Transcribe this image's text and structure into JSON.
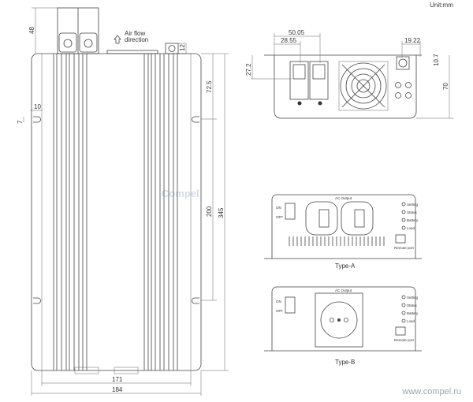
{
  "unit_label": "Unit:mm",
  "watermark": "www.compel.ru",
  "logo_watermark": "Compel",
  "top_view": {
    "air_flow_line1": "Air flow",
    "air_flow_line2": "direction",
    "dims": {
      "terminal_height": "48",
      "port_size": "12",
      "hole_offset": "10",
      "hole_size": "7",
      "mount_offset": "72.5",
      "mount_spacing": "200",
      "length": "345",
      "inner_width": "171",
      "width": "184"
    }
  },
  "dc_view": {
    "dims": {
      "breaker_outer": "50.05",
      "breaker_inner": "28.55",
      "breaker_height": "27.2",
      "port_offset": "19.22",
      "port_height": "10.7",
      "height": "70"
    }
  },
  "type_a": {
    "caption": "Type-A",
    "ac_output": "AC Output",
    "on": "ON",
    "off": "OFF",
    "leds": [
      "Setting",
      "Status",
      "Battery",
      "Load"
    ],
    "remote": "Remote port"
  },
  "type_b": {
    "caption": "Type-B",
    "ac_output": "AC Output",
    "on": "ON",
    "off": "OFF",
    "leds": [
      "Setting",
      "Status",
      "Battery",
      "Load"
    ],
    "remote": "Remote port"
  }
}
